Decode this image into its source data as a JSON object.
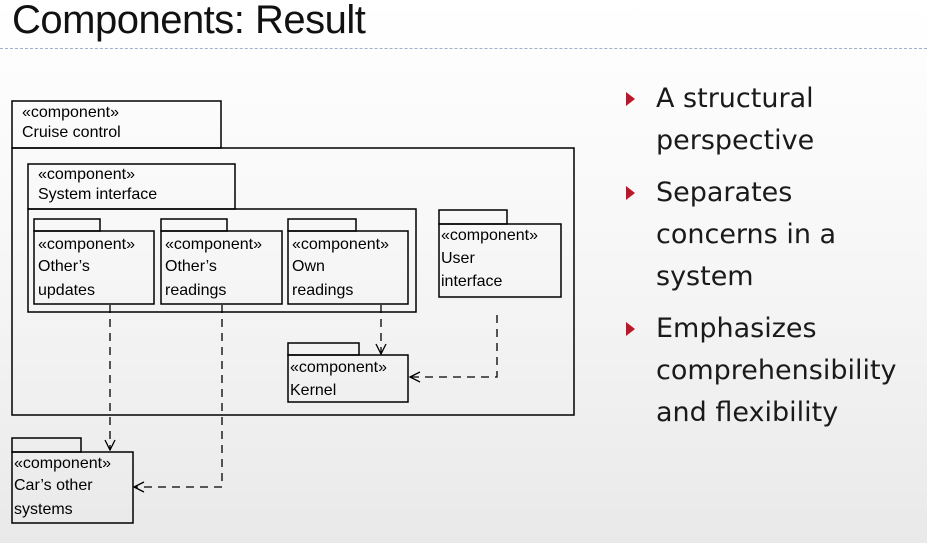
{
  "title": "Components: Result",
  "diagram": {
    "components": [
      {
        "id": "cruise",
        "lines": [
          "«component»",
          "Cruise control"
        ]
      },
      {
        "id": "sysif",
        "lines": [
          "«component»",
          "System interface"
        ]
      },
      {
        "id": "others-updates",
        "lines": [
          "«component»",
          "Other’s",
          "updates"
        ]
      },
      {
        "id": "others-readings",
        "lines": [
          "«component»",
          "Other’s",
          "readings"
        ]
      },
      {
        "id": "own-readings",
        "lines": [
          "«component»",
          "Own",
          "readings"
        ]
      },
      {
        "id": "user-interface",
        "lines": [
          "«component»",
          "User",
          "interface"
        ]
      },
      {
        "id": "kernel",
        "lines": [
          "«component»",
          "Kernel"
        ]
      },
      {
        "id": "cars-other",
        "lines": [
          "«component»",
          "Car’s other",
          "systems"
        ]
      }
    ]
  },
  "bullets": [
    {
      "lines": [
        "A structural",
        "perspective"
      ]
    },
    {
      "lines": [
        "Separates",
        "concerns in a",
        "system"
      ]
    },
    {
      "lines": [
        "Emphasizes",
        "comprehensibility",
        "and flexibility"
      ]
    }
  ],
  "colors": {
    "bullet_marker": "#b51a2c",
    "rule": "#9fb0c8"
  }
}
